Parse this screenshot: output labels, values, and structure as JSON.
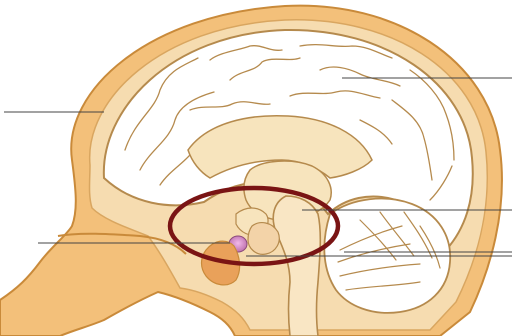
{
  "figure": {
    "subject": "sagittal-section-of-head-and-brain",
    "highlight": "pituitary-and-hypothalamus-region",
    "label_lines_count": 6
  },
  "label_lines": [
    {
      "id": "skull",
      "text": ""
    },
    {
      "id": "cerebrum",
      "text": ""
    },
    {
      "id": "brainstem",
      "text": ""
    },
    {
      "id": "hypothalamus",
      "text": ""
    },
    {
      "id": "cerebellum",
      "text": ""
    },
    {
      "id": "pituitary",
      "text": ""
    }
  ],
  "colors": {
    "skin": "#f3c07a",
    "skin_edge": "#c98a3a",
    "bone": "#f6dcb0",
    "brain_fill": "#ffffff",
    "brain_stroke": "#b58a4d",
    "core": "#f7e4bd",
    "highlight_ring": "#7a1414",
    "pituitary": "#d98acb",
    "label_line": "#444444"
  }
}
